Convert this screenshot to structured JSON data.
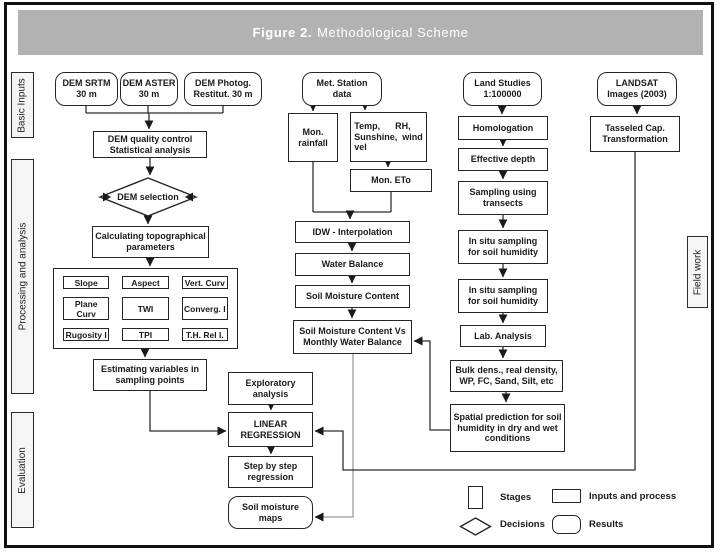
{
  "title": {
    "prefix": "Figure 2.",
    "rest": "Methodological Scheme"
  },
  "stages": {
    "basic_inputs": "Basic Inputs",
    "processing": "Processing and analysis",
    "evaluation": "Evaluation",
    "field_work": "Field work"
  },
  "nodes": {
    "dem_srtm": "DEM SRTM\n30 m",
    "dem_aster": "DEM ASTER\n30 m",
    "dem_photog": "DEM Photog.\nRestitut. 30 m",
    "dem_quality": "DEM quality control\nStatistical analysis",
    "dem_selection": "DEM selection",
    "calc_topo": "Calculating topographical\nparameters",
    "topo_params": [
      "Slope",
      "Aspect",
      "Vert. Curv",
      "Plane Curv",
      "TWI",
      "Converg. I",
      "Rugosity I",
      "TPI",
      "T.H. Rel I."
    ],
    "estimating": "Estimating variables in\nsampling points",
    "met_station": "Met. Station\ndata",
    "mon_rainfall": "Mon.\nrainfall",
    "temp_rh": "Temp,      RH,\nSunshine,  wind\nvel",
    "mon_eto": "Mon. ETo",
    "idw": "IDW - Interpolation",
    "water_balance": "Water Balance",
    "smc": "Soil Moisture Content",
    "smc_vs": "Soil Moisture Content Vs\nMonthly Water Balance",
    "exploratory": "Exploratory\nanalysis",
    "linear_regression": "LINEAR\nREGRESSION",
    "step_regression": "Step by step\nregression",
    "soil_maps": "Soil moisture\nmaps",
    "land_studies": "Land Studies\n1:100000",
    "homologation": "Homologation",
    "effective_depth": "Effective depth",
    "sampling_transects": "Sampling using\ntransects",
    "insitu_1": "In situ sampling\nfor soil humidity",
    "insitu_2": "In situ sampling\nfor soil humidity",
    "lab_analysis": "Lab. Analysis",
    "bulk_dens": "Bulk dens., real density,\nWP, FC, Sand, Silt, etc",
    "spatial_pred": "Spatial prediction for soil\nhumidity in dry and wet\nconditions",
    "landsat": "LANDSAT\nImages (2003)",
    "tasseled": "Tasseled Cap.\nTransformation"
  },
  "legend": {
    "stages": "Stages",
    "decisions": "Decisions",
    "inputs": "Inputs and process",
    "results": "Results"
  },
  "colors": {
    "titlebar_bg": "#b2b2b2",
    "title_text": "#ffffff",
    "node_border": "#262626",
    "connector": "#2f2f2f",
    "connector_gray": "#9a9a9a",
    "stage_bg": "#f5f5f5"
  }
}
